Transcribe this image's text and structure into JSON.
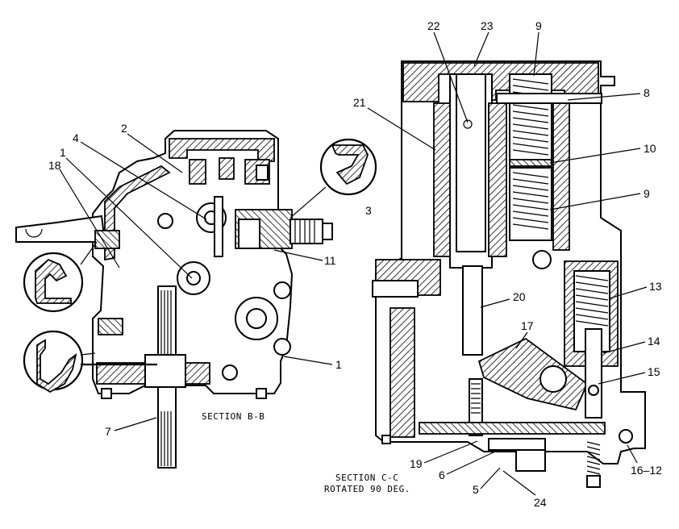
{
  "callouts": {
    "c1a": "1",
    "c1b": "1",
    "c2": "2",
    "c3": "3",
    "c4": "4",
    "c5": "5",
    "c6": "6",
    "c7": "7",
    "c8": "8",
    "c9a": "9",
    "c9b": "9",
    "c10": "10",
    "c11": "11",
    "c13": "13",
    "c14": "14",
    "c15": "15",
    "c16": "16–12",
    "c17": "17",
    "c18": "18",
    "c19": "19",
    "c20": "20",
    "c21": "21",
    "c22": "22",
    "c23": "23",
    "c24": "24"
  },
  "captions": {
    "section_bb": "SECTION B-B",
    "section_cc_line1": "SECTION C-C",
    "section_cc_line2": "ROTATED 90 DEG."
  }
}
